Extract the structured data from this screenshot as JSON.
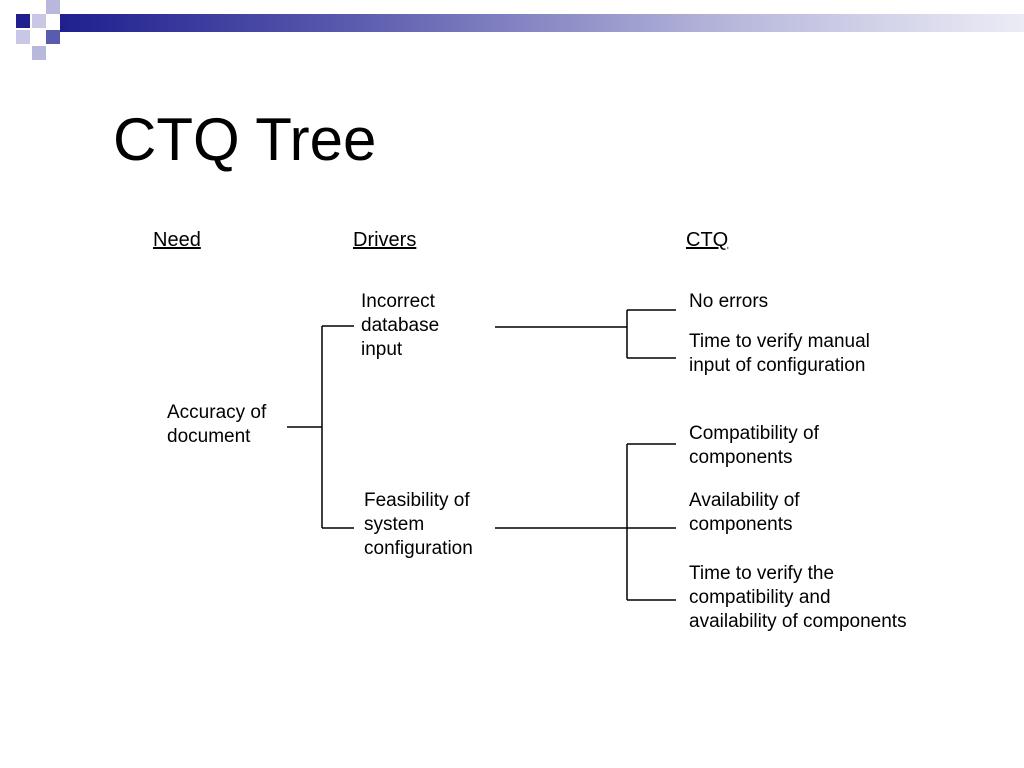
{
  "slide": {
    "title": "CTQ Tree"
  },
  "columns": {
    "need": "Need",
    "drivers": "Drivers",
    "ctq": "CTQ"
  },
  "need": {
    "lines": [
      "Accuracy of",
      "document"
    ]
  },
  "drivers": [
    {
      "lines": [
        "Incorrect",
        "database",
        "input"
      ]
    },
    {
      "lines": [
        "Feasibility of",
        "system",
        "configuration"
      ]
    }
  ],
  "ctqs": [
    {
      "lines": [
        "No errors"
      ]
    },
    {
      "lines": [
        "Time to verify manual",
        "input of configuration"
      ]
    },
    {
      "lines": [
        "Compatibility of",
        "components"
      ]
    },
    {
      "lines": [
        "Availability of",
        "components"
      ]
    },
    {
      "lines": [
        "Time to verify the",
        "compatibility and",
        "availability of components"
      ]
    }
  ],
  "colors": {
    "decor_dark": "#1f1f8f",
    "decor_mid": "#5a5aae",
    "decor_light": "#b8b8dc"
  }
}
